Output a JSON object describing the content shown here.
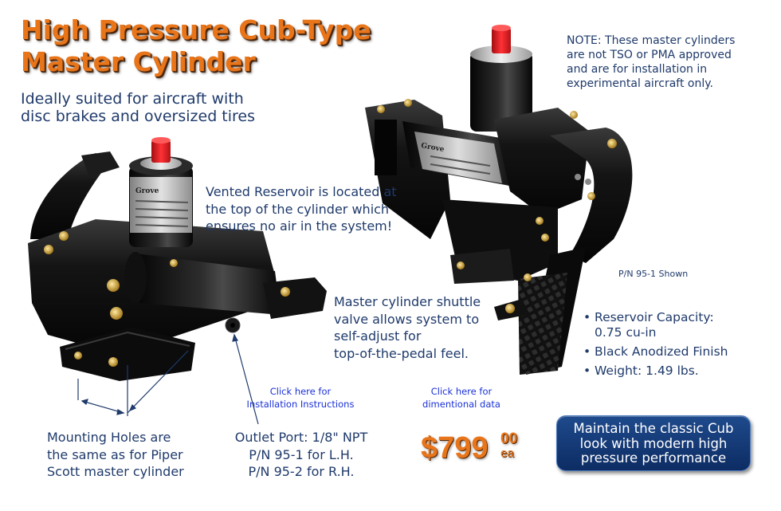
{
  "header": {
    "title_line1": "High Pressure Cub-Type",
    "title_line2": "Master Cylinder",
    "subtitle_line1": "Ideally suited for aircraft with",
    "subtitle_line2": "disc brakes and oversized tires"
  },
  "note": {
    "line1": "NOTE: These master cylinders",
    "line2": "are not TSO or PMA approved",
    "line3": "and are for installation in",
    "line4": "experimental aircraft only."
  },
  "callouts": {
    "vented_line1": "Vented Reservoir is located at",
    "vented_line2": "the top of the cylinder which",
    "vented_line3": "ensures no air in the system!",
    "shuttle_line1": "Master cylinder shuttle",
    "shuttle_line2": "valve allows system to",
    "shuttle_line3": "self-adjust for",
    "shuttle_line4": "top-of-the-pedal feel.",
    "mount_line1": "Mounting Holes are",
    "mount_line2": "the same as for Piper",
    "mount_line3": "Scott master cylinder",
    "outlet_line1": "Outlet Port: 1/8\" NPT",
    "outlet_line2": "P/N 95-1 for L.H.",
    "outlet_line3": "P/N 95-2 for R.H."
  },
  "pn_shown": "P/N 95-1 Shown",
  "specs": [
    {
      "line1": "Reservoir Capacity:",
      "line2": "0.75 cu-in"
    },
    {
      "line1": "Black Anodized Finish",
      "line2": ""
    },
    {
      "line1": "Weight:  1.49 lbs.",
      "line2": ""
    }
  ],
  "links": {
    "install_line1": "Click here for",
    "install_line2": "Installation Instructions",
    "dimension_line1": "Click here for",
    "dimension_line2": "dimentional data"
  },
  "price": {
    "main": "$799",
    "cents": "00",
    "unit": "ea"
  },
  "promo": {
    "line1": "Maintain the classic Cub",
    "line2": "look with modern high",
    "line3": "pressure performance"
  },
  "product_labels": {
    "left_brand": "Grove",
    "right_brand": "Grove"
  },
  "colors": {
    "title_orange": "#e8751a",
    "text_navy": "#1f3a6b",
    "link_blue": "#1b32d8",
    "promo_blue": "#0d2c63"
  }
}
